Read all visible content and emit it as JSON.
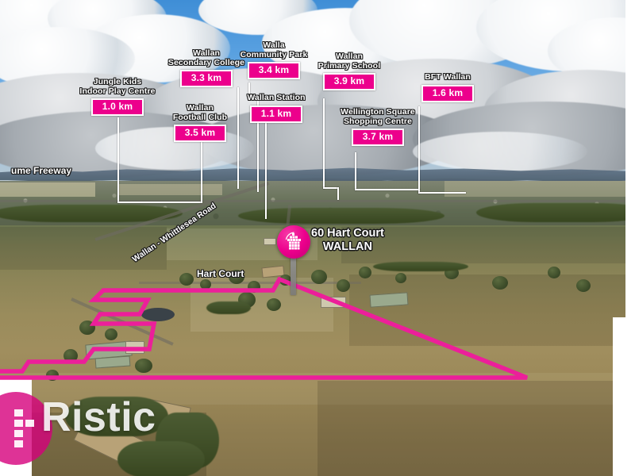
{
  "image": {
    "title": "60 Hart Court Wallan aerial locality map",
    "accent_pink": "#ec008c",
    "leader_line_color": "#ffffff",
    "boundary_color": "#ec1f9a"
  },
  "property": {
    "address_line1": "60 Hart Court",
    "address_line2": "WALLAN",
    "pin_icon": "house-pin-icon"
  },
  "callouts": [
    {
      "name": "jungle-kids",
      "title_line1": "Jungle Kids",
      "title_line2": "Indoor Play Centre",
      "distance": "1.0 km"
    },
    {
      "name": "wallan-secondary-college",
      "title_line1": "Wallan",
      "title_line2": "Secondary College",
      "distance": "3.3 km"
    },
    {
      "name": "wallan-football-club",
      "title_line1": "Wallan",
      "title_line2": "Football Club",
      "distance": "3.5 km"
    },
    {
      "name": "walla-community-park",
      "title_line1": "Walla",
      "title_line2": "Community Park",
      "distance": "3.4 km"
    },
    {
      "name": "wallan-station",
      "title_line1": "",
      "title_line2": "Wallan Station",
      "distance": "1.1 km"
    },
    {
      "name": "wallan-primary-school",
      "title_line1": "Wallan",
      "title_line2": "Primary School",
      "distance": "3.9 km"
    },
    {
      "name": "wellington-square-shopping-centre",
      "title_line1": "Wellington Square",
      "title_line2": "Shopping Centre",
      "distance": "3.7 km"
    },
    {
      "name": "bft-wallan",
      "title_line1": "",
      "title_line2": "BFT Wallan",
      "distance": "1.6 km"
    }
  ],
  "roads": [
    {
      "name": "hume-freeway",
      "label": "ume Freeway"
    },
    {
      "name": "wallan-whittlesea-road",
      "label": "Wallan - Whittlesea Road"
    },
    {
      "name": "hart-court",
      "label": "Hart Court"
    }
  ],
  "watermark": {
    "brand": "Ristic",
    "logo_icon": "ristic-logo-icon"
  }
}
